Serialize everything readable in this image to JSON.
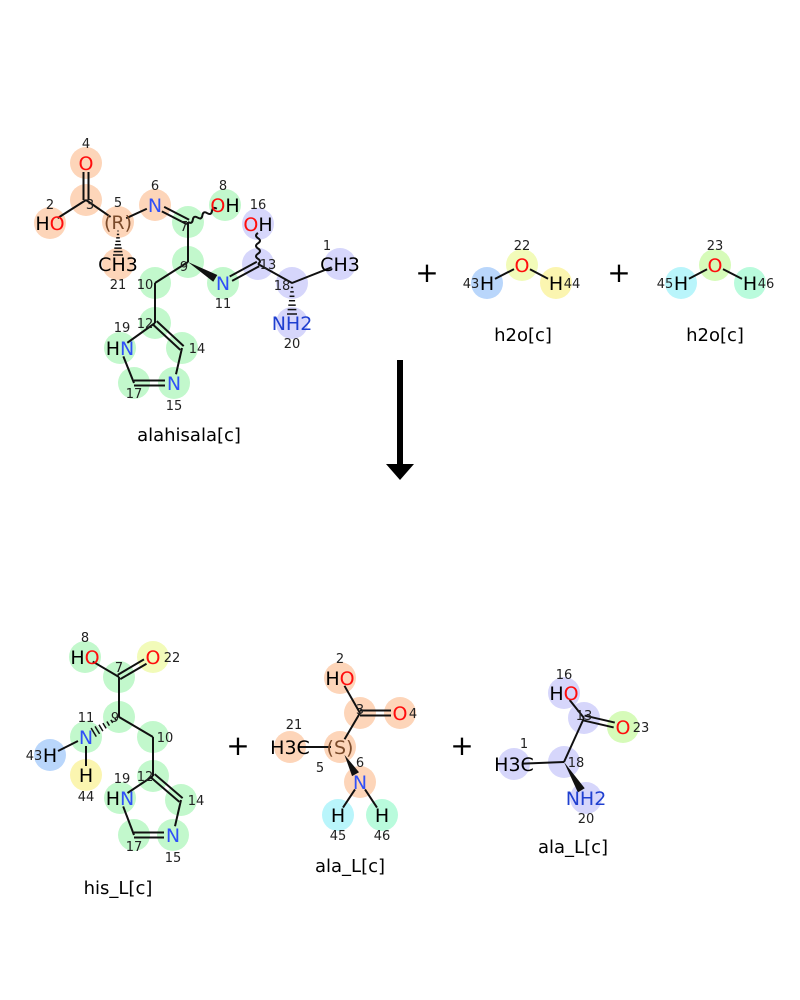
{
  "reaction": {
    "reactants": [
      {
        "name": "alahisala[c]",
        "atoms": [
          {
            "num": "1",
            "label": "CH3",
            "hl": "#d6d6fb"
          },
          {
            "num": "2",
            "label": "HO",
            "hl": "#fdd5b9"
          },
          {
            "num": "3",
            "label": "",
            "hl": "#fdd5b9"
          },
          {
            "num": "4",
            "label": "O",
            "hl": "#fdd5b9"
          },
          {
            "num": "5",
            "label": "(R)",
            "hl": "#fdd5b9"
          },
          {
            "num": "6",
            "label": "N",
            "hl": "#fdd5b9"
          },
          {
            "num": "7",
            "label": "",
            "hl": "#c2f8cc"
          },
          {
            "num": "8",
            "label": "OH",
            "hl": "#c2f8cc"
          },
          {
            "num": "9",
            "label": "",
            "hl": "#c2f8cc"
          },
          {
            "num": "10",
            "label": "",
            "hl": "#c2f8cc"
          },
          {
            "num": "11",
            "label": "N",
            "hl": "#c2f8cc"
          },
          {
            "num": "12",
            "label": "",
            "hl": "#c2f8cc"
          },
          {
            "num": "13",
            "label": "",
            "hl": "#d6d6fb"
          },
          {
            "num": "14",
            "label": "",
            "hl": "#c2f8cc"
          },
          {
            "num": "15",
            "label": "N",
            "hl": "#c2f8cc"
          },
          {
            "num": "16",
            "label": "OH",
            "hl": "#d6d6fb"
          },
          {
            "num": "17",
            "label": "",
            "hl": "#c2f8cc"
          },
          {
            "num": "18",
            "label": "",
            "hl": "#d6d6fb"
          },
          {
            "num": "19",
            "label": "HN",
            "hl": "#c2f8cc"
          },
          {
            "num": "20",
            "label": "NH2",
            "hl": "#d6d6fb"
          },
          {
            "num": "21",
            "label": "CH3",
            "hl": "#fdd5b9"
          }
        ]
      },
      {
        "name": "h2o[c]",
        "atoms": [
          {
            "num": "22",
            "label": "O",
            "hl": "#f2fbb9"
          },
          {
            "num": "43",
            "label": "H",
            "hl": "#b9d6fb"
          },
          {
            "num": "44",
            "label": "H",
            "hl": "#fbf5b0"
          }
        ]
      },
      {
        "name": "h2o[c]",
        "atoms": [
          {
            "num": "23",
            "label": "O",
            "hl": "#d6fbb9"
          },
          {
            "num": "45",
            "label": "H",
            "hl": "#b9f5fb"
          },
          {
            "num": "46",
            "label": "H",
            "hl": "#b9fbdc"
          }
        ]
      }
    ],
    "products": [
      {
        "name": "his_L[c]",
        "atoms": [
          {
            "num": "7",
            "label": "",
            "hl": "#c2f8cc"
          },
          {
            "num": "8",
            "label": "HO",
            "hl": "#c2f8cc"
          },
          {
            "num": "9",
            "label": "",
            "hl": "#c2f8cc"
          },
          {
            "num": "10",
            "label": "",
            "hl": "#c2f8cc"
          },
          {
            "num": "11",
            "label": "N",
            "hl": "#c2f8cc"
          },
          {
            "num": "12",
            "label": "",
            "hl": "#c2f8cc"
          },
          {
            "num": "14",
            "label": "",
            "hl": "#c2f8cc"
          },
          {
            "num": "15",
            "label": "N",
            "hl": "#c2f8cc"
          },
          {
            "num": "17",
            "label": "",
            "hl": "#c2f8cc"
          },
          {
            "num": "19",
            "label": "HN",
            "hl": "#c2f8cc"
          },
          {
            "num": "22",
            "label": "O",
            "hl": "#f2fbb9"
          },
          {
            "num": "43",
            "label": "H",
            "hl": "#b9d6fb"
          },
          {
            "num": "44",
            "label": "H",
            "hl": "#fbf5b0"
          }
        ]
      },
      {
        "name": "ala_L[c]",
        "atoms": [
          {
            "num": "2",
            "label": "HO",
            "hl": "#fdd5b9"
          },
          {
            "num": "3",
            "label": "",
            "hl": "#fdd5b9"
          },
          {
            "num": "4",
            "label": "O",
            "hl": "#fdd5b9"
          },
          {
            "num": "5",
            "label": "(S)",
            "hl": "#fdd5b9"
          },
          {
            "num": "6",
            "label": "N",
            "hl": "#fdd5b9"
          },
          {
            "num": "21",
            "label": "H3C",
            "hl": "#fdd5b9"
          },
          {
            "num": "45",
            "label": "H",
            "hl": "#b9f5fb"
          },
          {
            "num": "46",
            "label": "H",
            "hl": "#b9fbdc"
          }
        ]
      },
      {
        "name": "ala_L[c]",
        "atoms": [
          {
            "num": "1",
            "label": "H3C",
            "hl": "#d6d6fb"
          },
          {
            "num": "13",
            "label": "",
            "hl": "#d6d6fb"
          },
          {
            "num": "16",
            "label": "HO",
            "hl": "#d6d6fb"
          },
          {
            "num": "18",
            "label": "",
            "hl": "#d6d6fb"
          },
          {
            "num": "20",
            "label": "NH2",
            "hl": "#d6d6fb"
          },
          {
            "num": "23",
            "label": "O",
            "hl": "#d6fbb9"
          }
        ]
      }
    ],
    "plus_sign": "+"
  }
}
